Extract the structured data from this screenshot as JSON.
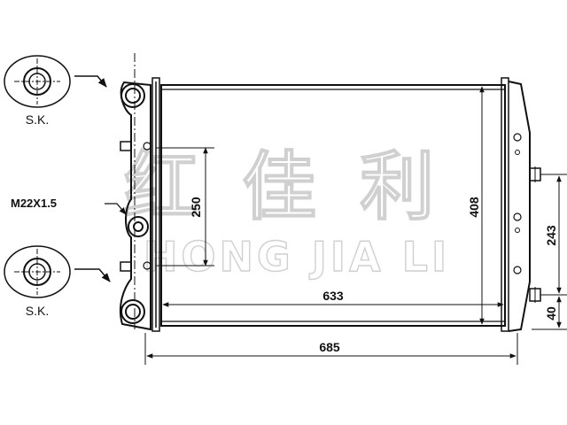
{
  "labels": {
    "sk_top": "S.K.",
    "sk_bottom": "S.K.",
    "thread": "M22X1.5"
  },
  "dimensions": {
    "overall_width": "685",
    "core_width": "633",
    "core_height": "408",
    "bracket_spacing": "250",
    "outlet_height": "243",
    "outlet_offset": "40"
  },
  "watermark": {
    "chinese": "红 佳 利",
    "latin": "HONG JIA LI"
  }
}
